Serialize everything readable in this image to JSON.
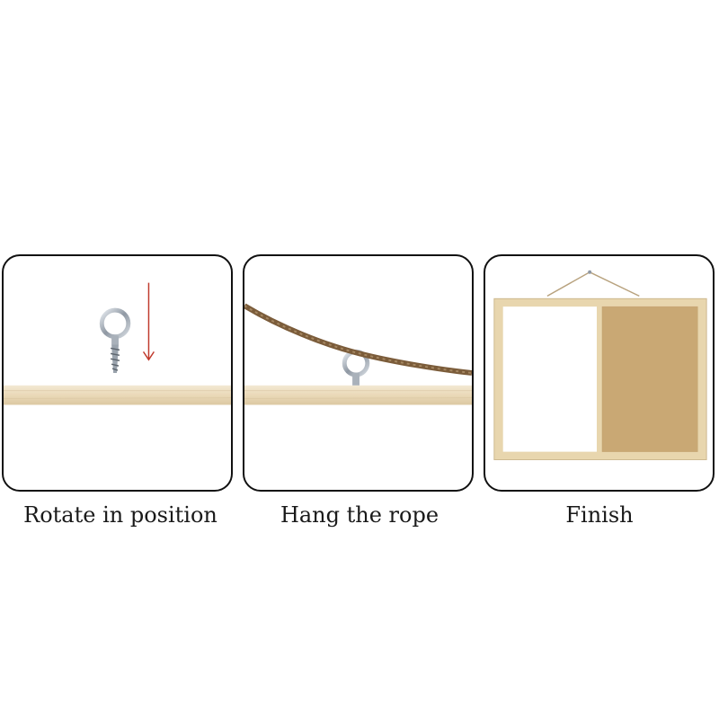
{
  "steps": [
    {
      "caption": "Rotate in position"
    },
    {
      "caption": "Hang the rope"
    },
    {
      "caption": "Finish"
    }
  ],
  "colors": {
    "wood": "#efe3c9",
    "wood_grain": "#d9c6a1",
    "arrow": "#c0392b",
    "metal": "#9aa3ad",
    "rope": "#8a6b46",
    "cork": "#c9a874",
    "frame": "#e8d6ae",
    "border": "#111111"
  }
}
